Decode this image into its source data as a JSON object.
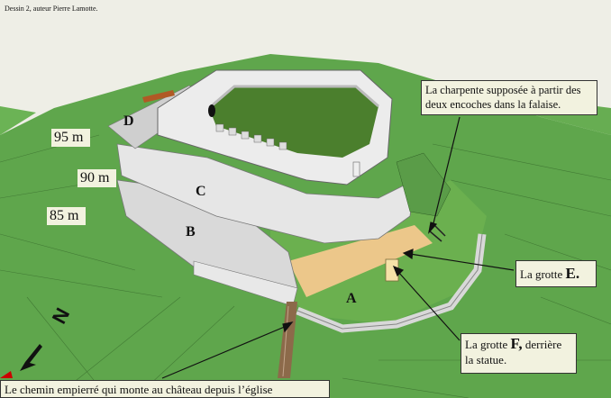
{
  "credit": "Dessin 2, auteur Pierre Lamotte.",
  "altitudes": [
    "95 m",
    "90 m",
    "85 m"
  ],
  "enceintes": [
    "D",
    "C",
    "B",
    "A"
  ],
  "callouts": {
    "charpente": "La charpente supposée à partir des deux encoches dans la falaise.",
    "grotte_e_text": "La grotte ",
    "grotte_e_letter": "E.",
    "grotte_f_text": "La grotte ",
    "grotte_f_letter": "F,",
    "grotte_f_rest": " derrière la statue.",
    "chemin": "Le chemin empierré qui monte au château depuis l’église"
  },
  "compass": "N",
  "colors": {
    "terrain": "#5fa64c",
    "walls": "#e4e4e4",
    "courtyard": "#4b7f2d",
    "rock": "#ecc78a",
    "label_bg": "#f2f2df"
  }
}
